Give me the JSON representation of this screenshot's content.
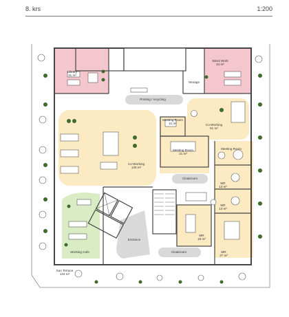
{
  "header": {
    "floor": "8. krs",
    "scale": "1:200"
  },
  "rooms": {
    "library": {
      "name": "Library",
      "area": "31 m²"
    },
    "silent_work": {
      "name": "Silent Work",
      "area": "24 m²"
    },
    "printing": {
      "name": "Printing / recycling"
    },
    "storage": {
      "name": "Storage"
    },
    "coworking_left": {
      "name": "Co-Working",
      "area": "135 m²"
    },
    "meeting_room_small": {
      "name": "Meeting Room",
      "area": "11 m²"
    },
    "meeting_room_mid": {
      "name": "Meeting Room",
      "area": "21 m²"
    },
    "coworking_right": {
      "name": "Co-Working",
      "area": "51 m²"
    },
    "meeting_room_right": {
      "name": "Meeting Room"
    },
    "cloakroom_top": {
      "name": "Cloakroom"
    },
    "mr_13a": {
      "name": "MR",
      "area": "13 m²"
    },
    "mr_13b": {
      "name": "MR",
      "area": "13 m²"
    },
    "mr_18": {
      "name": "MR",
      "area": "18 m²"
    },
    "mr_27": {
      "name": "MR",
      "area": "27 m²"
    },
    "entrance": {
      "name": "Entrance"
    },
    "working_cafe": {
      "name": "Working Cafe"
    },
    "cloakroom_bottom": {
      "name": "Cloakroom"
    },
    "sun_terrace": {
      "name": "Sun Terrace",
      "area": "134 m²"
    }
  },
  "colors": {
    "pink_zone": "#f4c7cf",
    "yellow_zone": "#fbeac2",
    "green_zone": "#d9ecc4",
    "grey_zone": "#d9d9d9",
    "wall": "#444444",
    "plant": "#3f6b2a"
  }
}
